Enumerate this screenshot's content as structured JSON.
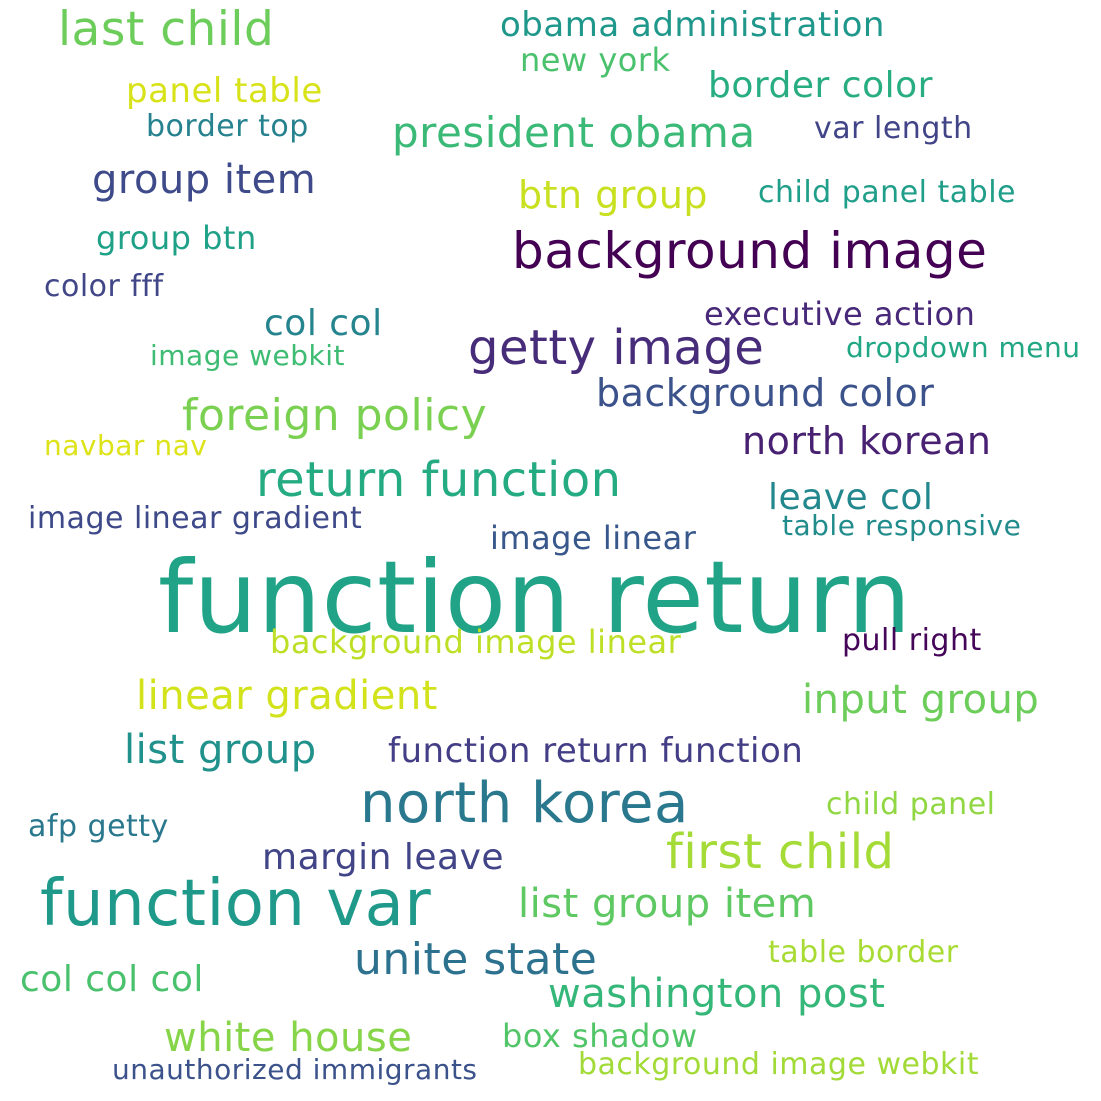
{
  "word_cloud": {
    "background": "#ffffff",
    "words": [
      {
        "text": "function return",
        "color": "#20a386"
      },
      {
        "text": "function var",
        "color": "#1f9a8a"
      },
      {
        "text": "north korea",
        "color": "#2a788e"
      },
      {
        "text": "background image",
        "color": "#440154"
      },
      {
        "text": "getty image",
        "color": "#472c7a"
      },
      {
        "text": "return function",
        "color": "#25ab82"
      },
      {
        "text": "last child",
        "color": "#6ccd5a"
      },
      {
        "text": "president obama",
        "color": "#3aba76"
      },
      {
        "text": "first child",
        "color": "#a5db36"
      },
      {
        "text": "unite state",
        "color": "#2c718e"
      },
      {
        "text": "foreign policy",
        "color": "#7ad151"
      },
      {
        "text": "linear gradient",
        "color": "#d2e21b"
      },
      {
        "text": "white house",
        "color": "#86d549"
      },
      {
        "text": "washington post",
        "color": "#35b779"
      },
      {
        "text": "background color",
        "color": "#3b528b"
      },
      {
        "text": "north korean",
        "color": "#482173"
      },
      {
        "text": "list group item",
        "color": "#5ec962"
      },
      {
        "text": "input group",
        "color": "#6ccd5a"
      },
      {
        "text": "group item",
        "color": "#3e4a89"
      },
      {
        "text": "list group",
        "color": "#21918c"
      },
      {
        "text": "margin leave",
        "color": "#414487"
      },
      {
        "text": "function return function",
        "color": "#433e85"
      },
      {
        "text": "btn group",
        "color": "#c8e020"
      },
      {
        "text": "obama administration",
        "color": "#1f988b"
      },
      {
        "text": "border color",
        "color": "#27ad81"
      },
      {
        "text": "leave col",
        "color": "#23888e"
      },
      {
        "text": "col col col",
        "color": "#4ac16d"
      },
      {
        "text": "col col",
        "color": "#25848e"
      },
      {
        "text": "background image linear",
        "color": "#bddf26"
      },
      {
        "text": "panel table",
        "color": "#d8e219"
      },
      {
        "text": "group btn",
        "color": "#1fa188"
      },
      {
        "text": "box shadow",
        "color": "#52c569"
      },
      {
        "text": "new york",
        "color": "#4ac16d"
      },
      {
        "text": "executive action",
        "color": "#482878"
      },
      {
        "text": "image linear",
        "color": "#38588c"
      },
      {
        "text": "table border",
        "color": "#a8db34"
      },
      {
        "text": "background image webkit",
        "color": "#a2da37"
      },
      {
        "text": "image linear gradient",
        "color": "#3e4989"
      },
      {
        "text": "border top",
        "color": "#26828e"
      },
      {
        "text": "var length",
        "color": "#414487"
      },
      {
        "text": "child panel table",
        "color": "#1f9e89"
      },
      {
        "text": "color fff",
        "color": "#404688"
      },
      {
        "text": "image webkit",
        "color": "#3fbc73"
      },
      {
        "text": "dropdown menu",
        "color": "#22a785"
      },
      {
        "text": "table responsive",
        "color": "#228c8d"
      },
      {
        "text": "pull right",
        "color": "#450559"
      },
      {
        "text": "child panel",
        "color": "#90d743"
      },
      {
        "text": "afp getty",
        "color": "#2a788e"
      },
      {
        "text": "navbar nav",
        "color": "#dde318"
      },
      {
        "text": "unauthorized immigrants",
        "color": "#3b528b"
      }
    ]
  }
}
